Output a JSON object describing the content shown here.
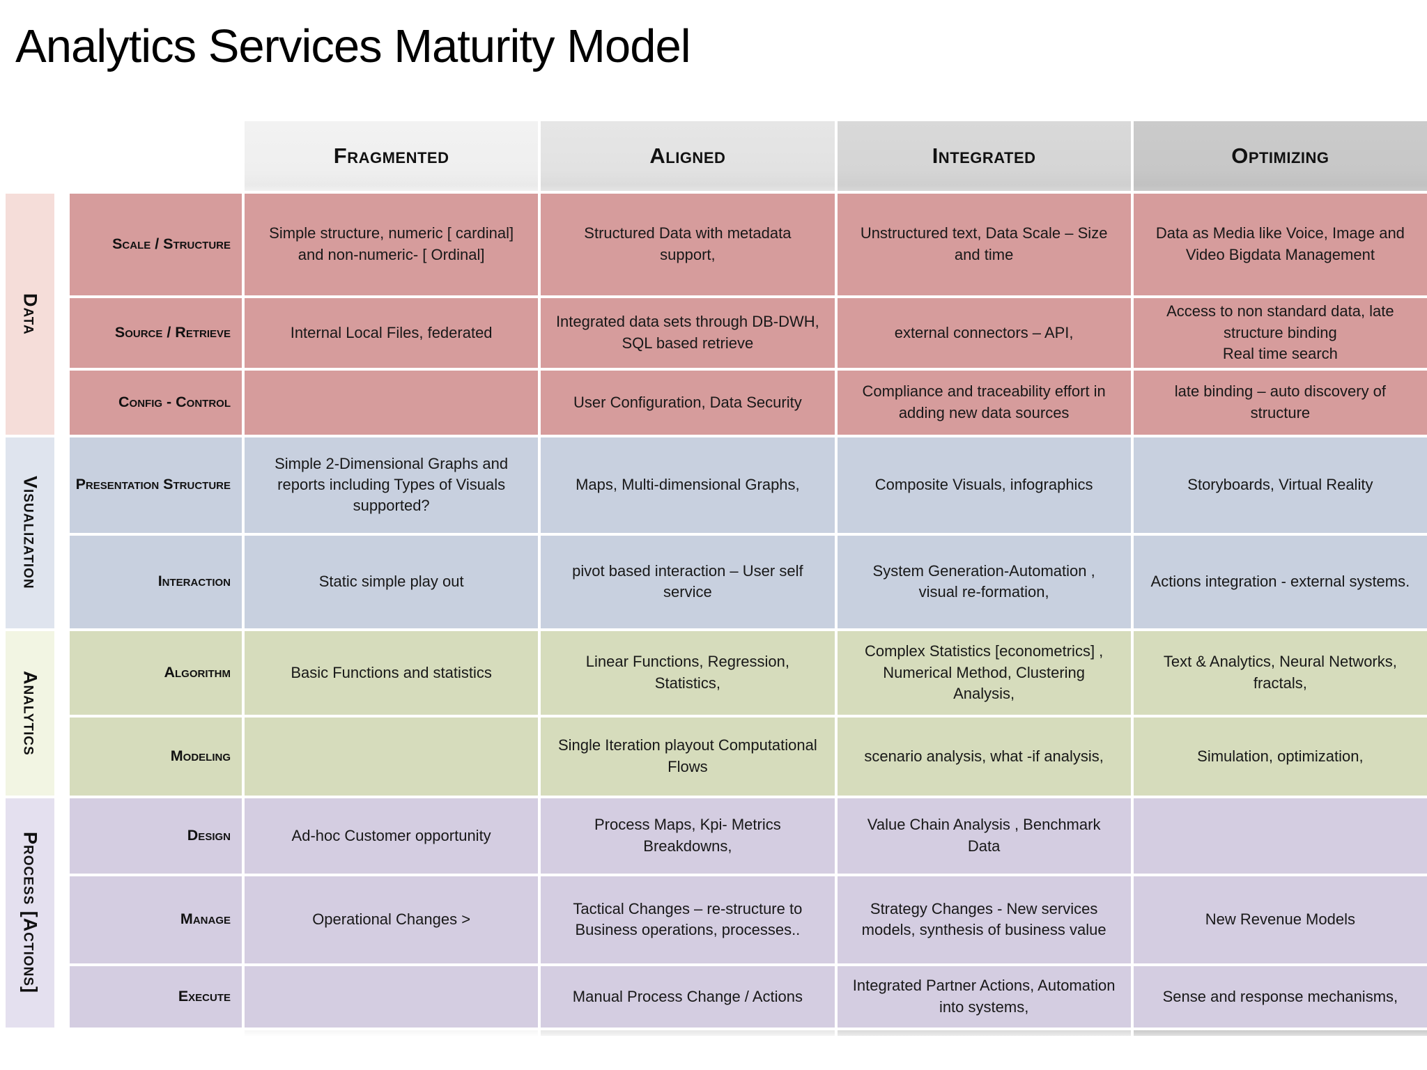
{
  "title": "Analytics Services Maturity Model",
  "columns": [
    "Fragmented",
    "Aligned",
    "Integrated",
    "Optimizing"
  ],
  "groups": [
    {
      "label": "Data",
      "rows": [
        {
          "label": "Scale / Structure",
          "cells": [
            "Simple structure, numeric [ cardinal] and non-numeric- [ Ordinal]",
            "Structured Data with metadata support,",
            "Unstructured text, Data Scale – Size and time",
            "Data as Media like Voice, Image and Video Bigdata Management"
          ]
        },
        {
          "label": "Source / Retrieve",
          "cells": [
            "Internal Local Files, federated",
            "Integrated data sets through DB-DWH, SQL based retrieve",
            "external connectors – API,",
            "Access to non standard data, late structure binding\nReal time search"
          ]
        },
        {
          "label": "Config - Control",
          "cells": [
            "",
            "User Configuration, Data Security",
            "Compliance and traceability effort in adding new data sources",
            "late binding – auto discovery of structure"
          ]
        }
      ]
    },
    {
      "label": "Visualization",
      "rows": [
        {
          "label": "Presentation Structure",
          "cells": [
            "Simple 2-Dimensional Graphs and reports including Types of Visuals supported?",
            "Maps, Multi-dimensional Graphs,",
            "Composite Visuals, infographics",
            "Storyboards, Virtual Reality"
          ]
        },
        {
          "label": "Interaction",
          "cells": [
            "Static simple play out",
            "pivot based interaction – User self service",
            "System Generation-Automation , visual re-formation,",
            "Actions integration - external systems."
          ]
        }
      ]
    },
    {
      "label": "Analytics",
      "rows": [
        {
          "label": "Algorithm",
          "cells": [
            "Basic Functions and statistics",
            "Linear Functions, Regression, Statistics,",
            "Complex Statistics [econometrics] , Numerical Method,  Clustering Analysis,",
            "Text & Analytics,  Neural Networks, fractals,"
          ]
        },
        {
          "label": "Modeling",
          "cells": [
            "",
            "Single Iteration playout Computational Flows",
            "scenario analysis, what -if analysis,",
            "Simulation, optimization,"
          ]
        }
      ]
    },
    {
      "label": "Process [Actions]",
      "rows": [
        {
          "label": "Design",
          "cells": [
            "Ad-hoc Customer opportunity",
            "Process Maps, Kpi- Metrics Breakdowns,",
            "Value Chain Analysis , Benchmark Data",
            ""
          ]
        },
        {
          "label": "Manage",
          "cells": [
            "Operational Changes >",
            "Tactical Changes – re-structure to Business operations, processes..",
            "Strategy Changes - New services models, synthesis of business value",
            "New Revenue Models"
          ]
        },
        {
          "label": "Execute",
          "cells": [
            "",
            "Manual Process Change / Actions",
            "Integrated Partner Actions, Automation into systems,",
            "Sense and response mechanisms,"
          ]
        }
      ]
    }
  ],
  "palette": {
    "data_section": "#d69c9c",
    "data_strip": "#f5ddd9",
    "visualization_section": "#c8d0df",
    "visualization_strip": "#dfe4ee",
    "analytics_section": "#d6dcbc",
    "analytics_strip": "#f2f5e3",
    "process_section": "#d4cde1",
    "process_strip": "#e4e0ef",
    "header_fragmented": "#f0f0f0",
    "header_aligned": "#e3e3e3",
    "header_integrated": "#d6d6d6",
    "header_optimizing": "#c8c8c8"
  }
}
